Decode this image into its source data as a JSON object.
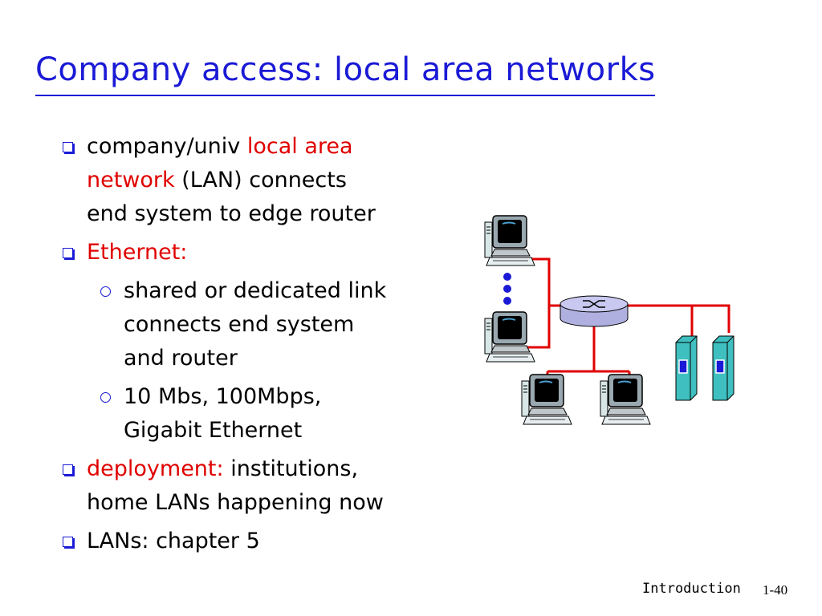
{
  "slide": {
    "title": "Company access: local area networks"
  },
  "bullets": [
    {
      "level": 1,
      "lines": [
        [
          {
            "text": "company/univ "
          },
          {
            "text": "local area",
            "red": true
          }
        ],
        [
          {
            "text": "network",
            "red": true
          },
          {
            "text": " (LAN) connects"
          }
        ],
        [
          {
            "text": "end system to edge router"
          }
        ]
      ]
    },
    {
      "level": 1,
      "lines": [
        [
          {
            "text": "Ethernet:",
            "red": true
          }
        ]
      ]
    },
    {
      "level": 2,
      "lines": [
        [
          {
            "text": "shared or dedicated link"
          }
        ],
        [
          {
            "text": "connects end system"
          }
        ],
        [
          {
            "text": "and router"
          }
        ]
      ]
    },
    {
      "level": 2,
      "lines": [
        [
          {
            "text": "10 Mbs, 100Mbps,"
          }
        ],
        [
          {
            "text": "Gigabit Ethernet"
          }
        ]
      ]
    },
    {
      "level": 1,
      "lines": [
        [
          {
            "text": "deployment:",
            "red": true
          },
          {
            "text": " institutions,"
          }
        ],
        [
          {
            "text": "home LANs happening now"
          }
        ]
      ]
    },
    {
      "level": 1,
      "lines": [
        [
          {
            "text": "LANs:  chapter 5"
          }
        ]
      ]
    }
  ],
  "footer": {
    "label": "Introduction",
    "page": "1-40"
  },
  "colors": {
    "title": "#1a1ad6",
    "highlight": "#e00000",
    "link": "#e00000",
    "server": "#3fbfbf",
    "router": "#c8c8f0"
  },
  "icons": [
    "computer-icon",
    "router-icon",
    "server-icon",
    "ellipsis-dots-icon"
  ]
}
